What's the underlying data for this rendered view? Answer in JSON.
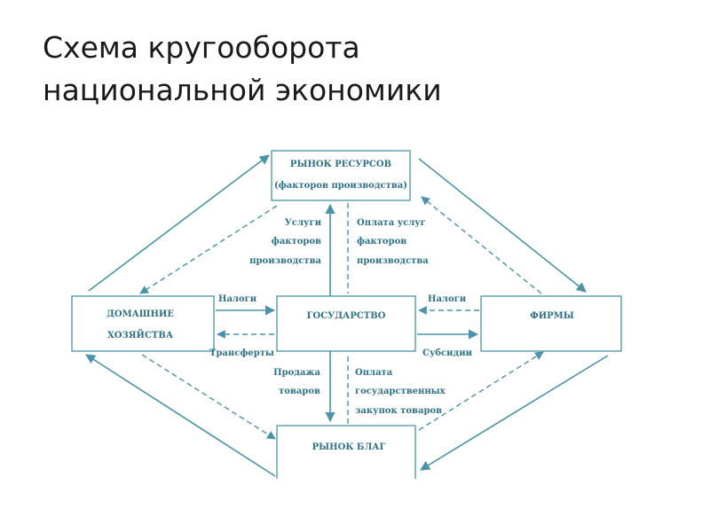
{
  "title": {
    "line1": "Схема кругооборота",
    "line2": "национальной экономики"
  },
  "diagram": {
    "nodes": {
      "resource_market": {
        "line1": "РЫНОК РЕСУРСОВ",
        "line2": "(факторов производства)"
      },
      "households": {
        "line1": "ДОМАШНИЕ",
        "line2": "ХОЗЯЙСТВА"
      },
      "government": {
        "label": "ГОСУДАРСТВО"
      },
      "firms": {
        "label": "ФИРМЫ"
      },
      "goods_market": {
        "label": "РЫНОК БЛАГ"
      }
    },
    "labels": {
      "services": [
        "Услуги",
        "факторов",
        "производства"
      ],
      "payment_services": [
        "Оплата услуг",
        "факторов",
        "производства"
      ],
      "taxes_left": "Налоги",
      "taxes_right": "Налоги",
      "transfers": "Трансферты",
      "subsidies": "Субсидии",
      "goods_sale": [
        "Продажа",
        "товаров"
      ],
      "payment_purchases": [
        "Оплата",
        "государственных",
        "закупок товаров"
      ]
    },
    "colors": {
      "line": "#4a93a8",
      "text": "#2d7287"
    }
  }
}
